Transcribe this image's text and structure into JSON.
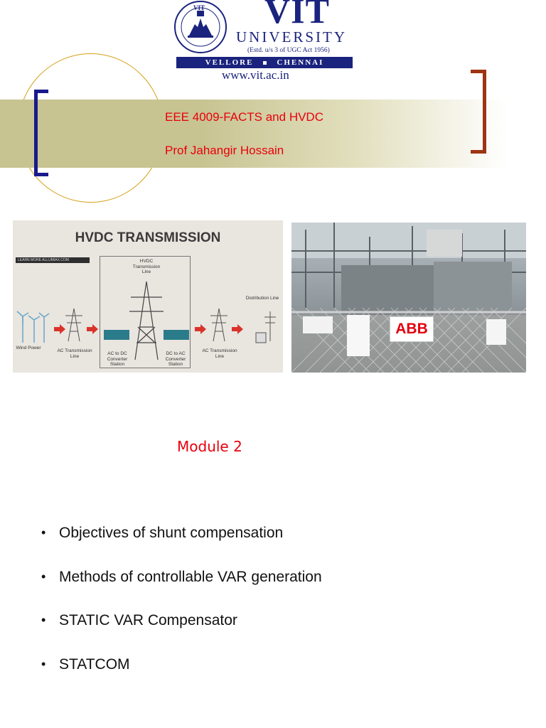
{
  "logo": {
    "seal_icon": "vit-seal-icon",
    "seal_text": "VIT",
    "wordmark": "VIT",
    "university": "UNIVERSITY",
    "established": "(Estd. u/s 3 of UGC Act 1956)",
    "campus_left": "VELLORE",
    "campus_right": "CHENNAI",
    "website": "www.vit.ac.in"
  },
  "title": {
    "course": "EEE 4009-FACTS and HVDC",
    "professor": "Prof Jahangir Hossain"
  },
  "hvdc_diagram": {
    "heading": "HVDC TRANSMISSION",
    "learn_more": "LEARN MORE  ALLUMIAX.COM",
    "labels": {
      "wind_power": "Wind Power",
      "ac_line_1": "AC Transmission Line",
      "hvdc_line": "HVDC Transmission Line",
      "ac_to_dc": "AC to DC Converter Station",
      "dc_to_ac": "DC to AC Converter Station",
      "ac_line_2": "AC Transmission Line",
      "distribution": "Distribution Line"
    }
  },
  "photo": {
    "sign_text": "ABB"
  },
  "module": "Module 2",
  "topics": [
    "Objectives of shunt compensation",
    "Methods of controllable VAR generation",
    "STATIC VAR Compensator",
    "STATCOM"
  ],
  "colors": {
    "title_red": "#e8000b",
    "logo_blue": "#1a237e",
    "band_olive": "#c8c492",
    "left_bracket": "#1a1a8c",
    "right_bracket": "#9e3412",
    "circle_gold": "#d4a017"
  }
}
